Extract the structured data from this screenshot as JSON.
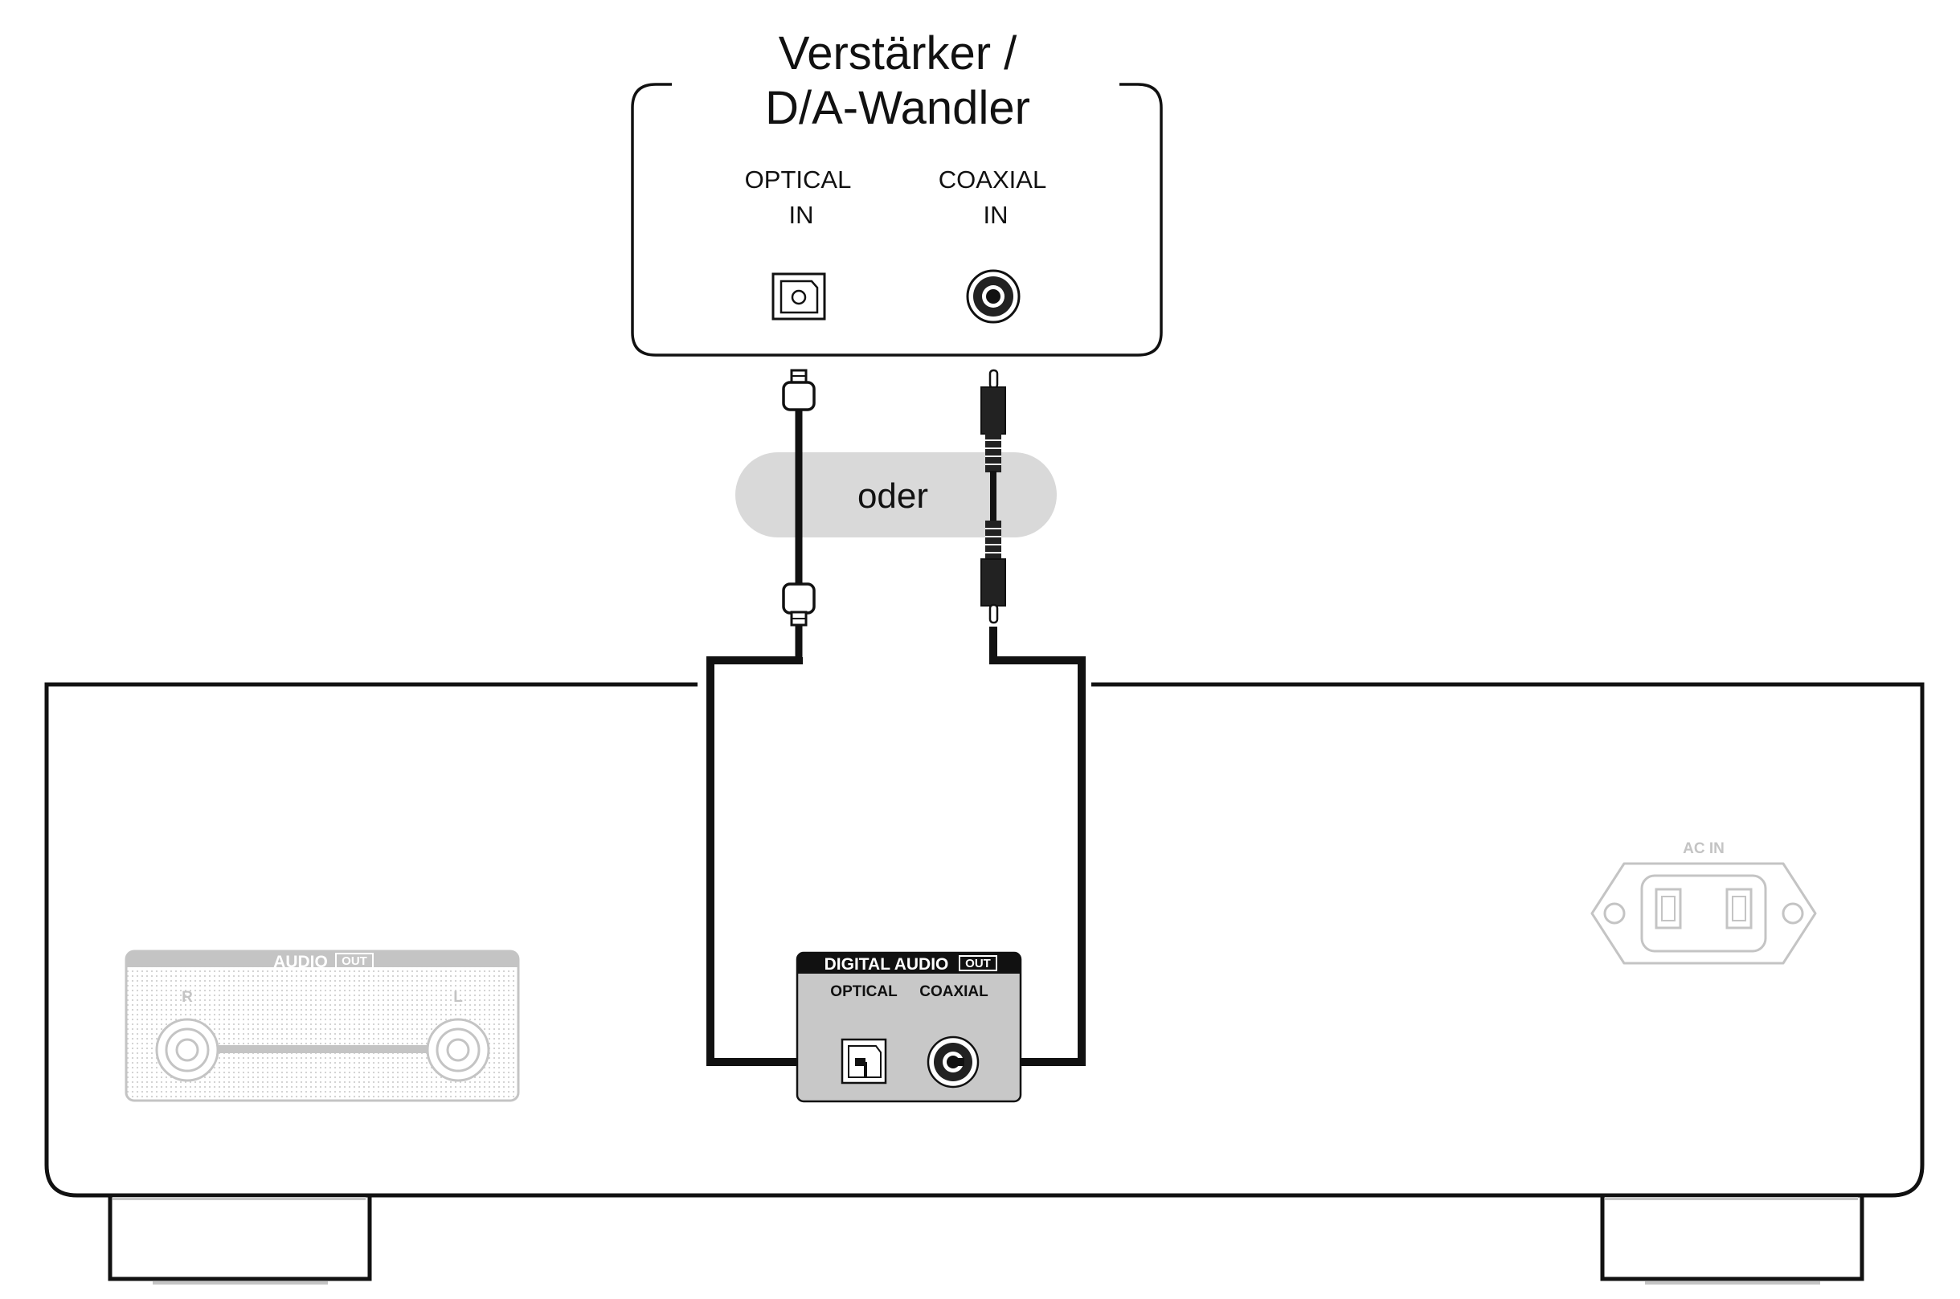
{
  "amplifier": {
    "title_line1": "Verstärker /",
    "title_line2": "D/A-Wandler",
    "optical_in_line1": "OPTICAL",
    "optical_in_line2": "IN",
    "coaxial_in_line1": "COAXIAL",
    "coaxial_in_line2": "IN"
  },
  "or_label": "oder",
  "player": {
    "digital_audio_out": {
      "label": "DIGITAL AUDIO",
      "tag": "OUT",
      "optical_label": "OPTICAL",
      "coaxial_label": "COAXIAL"
    },
    "audio_out": {
      "label": "AUDIO",
      "tag": "OUT",
      "right_label": "R",
      "left_label": "L"
    },
    "ac_in_label": "AC IN"
  },
  "colors": {
    "line": "#111111",
    "inactive": "#c4c4c4",
    "panel_active_bg": "#c8c8c8",
    "oder_bubble": "#d9d9d9"
  },
  "icons": [
    "optical-port-icon",
    "coaxial-port-icon",
    "optical-plug-icon",
    "rca-plug-icon",
    "ac-inlet-icon"
  ]
}
